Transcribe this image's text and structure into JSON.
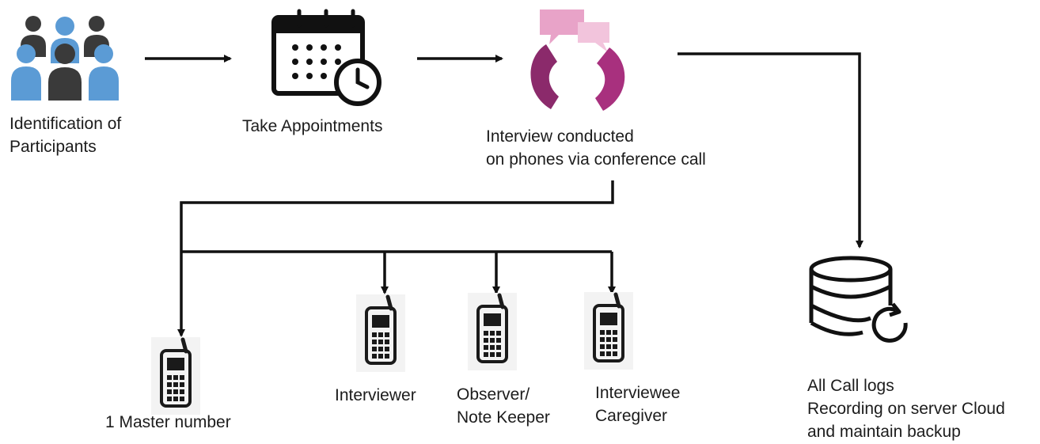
{
  "nodes": {
    "participants": {
      "icon": "people-group-icon",
      "line1": "Identification of",
      "line2": "Participants"
    },
    "appointments": {
      "icon": "calendar-clock-icon",
      "label": "Take Appointments"
    },
    "interview": {
      "icon": "conference-phone-icon",
      "line1": "Interview conducted",
      "line2": "on phones via conference call"
    },
    "master": {
      "icon": "mobile-phone-icon",
      "label": "1 Master number"
    },
    "interviewer": {
      "icon": "mobile-phone-icon",
      "label": "Interviewer"
    },
    "observer": {
      "icon": "mobile-phone-icon",
      "line1": "Observer/",
      "line2": "Note Keeper"
    },
    "interviewee": {
      "icon": "mobile-phone-icon",
      "line1": "Interviewee",
      "line2": "Caregiver"
    },
    "logs": {
      "icon": "database-sync-icon",
      "line1": "All Call logs",
      "line2": "Recording on server Cloud",
      "line3": "and maintain backup"
    }
  },
  "colors": {
    "people_blue": "#5b9bd5",
    "people_dark": "#3a3a3a",
    "speech_pink": "#e8a3c8",
    "speech_pink_light": "#f2c4dc",
    "handset_purple": "#8b2a6b",
    "arrow": "#111111"
  }
}
